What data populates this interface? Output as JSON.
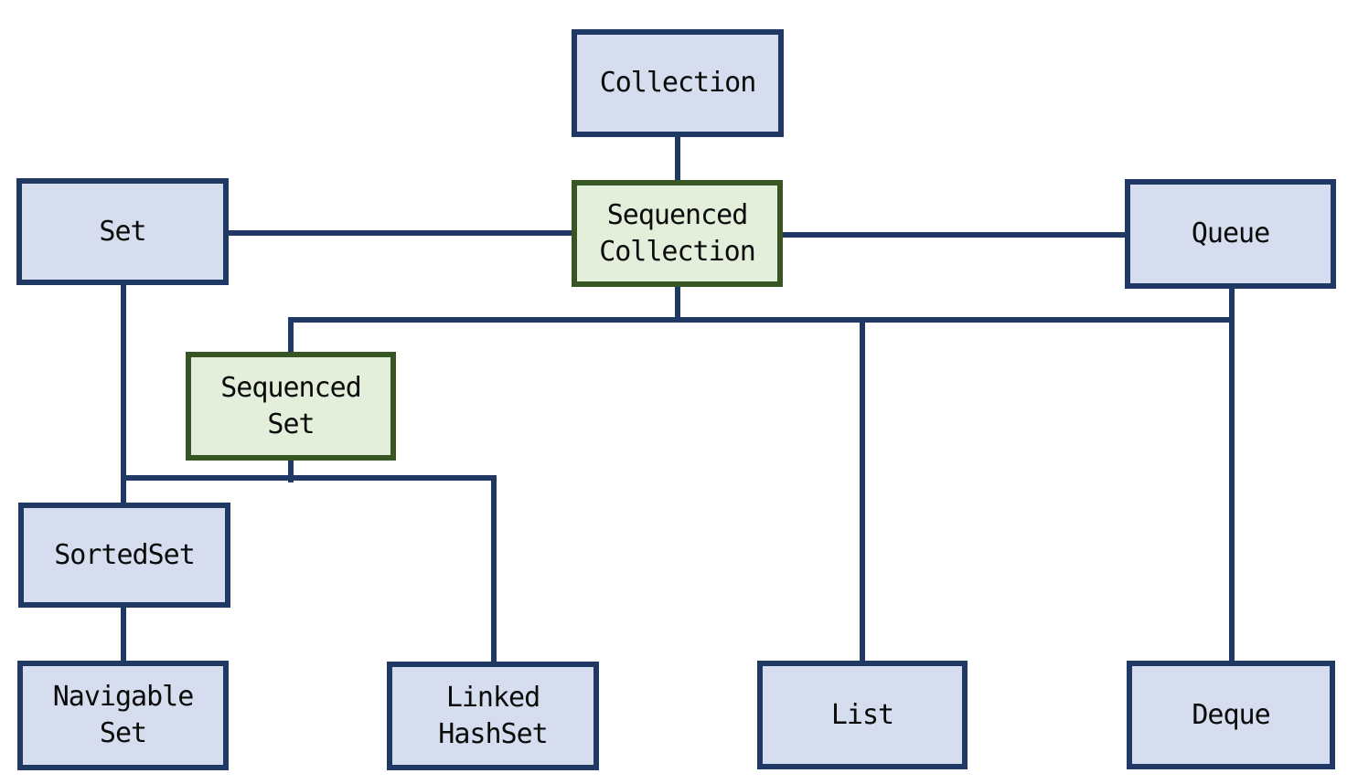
{
  "diagram": {
    "kind": "hierarchy",
    "background": "#FFFFFF"
  },
  "colors": {
    "node_fill_blue": "#D6DDEE",
    "node_border_blue": "#1F3864",
    "node_fill_green": "#E3EFDA",
    "node_border_green": "#375623",
    "connector": "#1F3864",
    "text": "#0B0B0B"
  },
  "nodes": {
    "collection": {
      "label": "Collection",
      "style": "blue"
    },
    "sequenced_collection": {
      "label": "Sequenced\nCollection",
      "style": "green"
    },
    "set": {
      "label": "Set",
      "style": "blue"
    },
    "queue": {
      "label": "Queue",
      "style": "blue"
    },
    "sequenced_set": {
      "label": "Sequenced\nSet",
      "style": "green"
    },
    "sorted_set": {
      "label": "SortedSet",
      "style": "blue"
    },
    "navigable_set": {
      "label": "Navigable\nSet",
      "style": "blue"
    },
    "linked_hash_set": {
      "label": "Linked\nHashSet",
      "style": "blue"
    },
    "list": {
      "label": "List",
      "style": "blue"
    },
    "deque": {
      "label": "Deque",
      "style": "blue"
    }
  },
  "edges": [
    {
      "from": "collection",
      "to": "sequenced_collection"
    },
    {
      "from": "set",
      "to": "sequenced_collection"
    },
    {
      "from": "sequenced_collection",
      "to": "queue"
    },
    {
      "from": "sequenced_collection",
      "to": "sequenced_set"
    },
    {
      "from": "sequenced_collection",
      "to": "list"
    },
    {
      "from": "sequenced_collection",
      "to": "deque"
    },
    {
      "from": "queue",
      "to": "deque"
    },
    {
      "from": "set",
      "to": "sorted_set"
    },
    {
      "from": "sequenced_set",
      "to": "sorted_set"
    },
    {
      "from": "sequenced_set",
      "to": "linked_hash_set"
    },
    {
      "from": "sorted_set",
      "to": "navigable_set"
    }
  ]
}
